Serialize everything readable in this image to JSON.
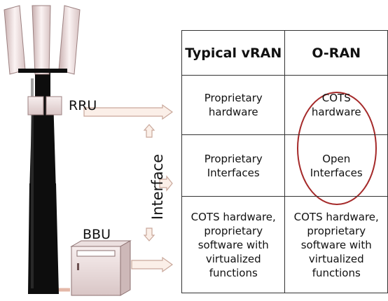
{
  "labels": {
    "rru": "RRU",
    "bbu": "BBU",
    "interface": "Interface"
  },
  "table": {
    "headers": [
      "Typical vRAN",
      "O-RAN"
    ],
    "rows": [
      [
        "Proprietary\nhardware",
        "COTS\nhardware"
      ],
      [
        "Proprietary\nInterfaces",
        "Open\nInterfaces"
      ],
      [
        "COTS hardware,\nproprietary\nsoftware with\nvirtualized\nfunctions",
        "COTS hardware,\nproprietary\nsoftware with\nvirtualized\nfunctions"
      ]
    ]
  },
  "colors": {
    "highlight_ellipse": "#a52a2a",
    "arrow_fill": "#fbefe8",
    "arrow_stroke": "#c9a79a",
    "tower": "#0d0d0d",
    "cable": "#e4b8a8"
  }
}
